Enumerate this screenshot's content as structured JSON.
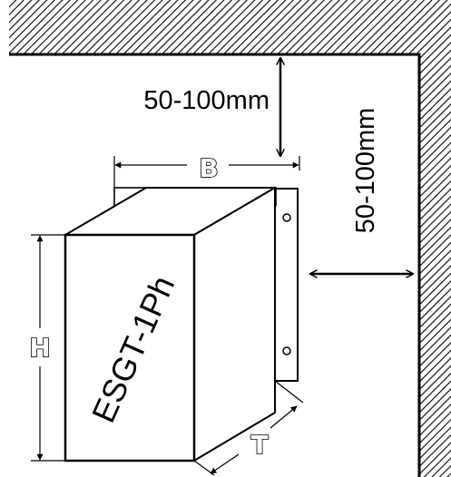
{
  "device_label": "ESGT-1Ph",
  "clearance_top": "50-100mm",
  "clearance_side": "50-100mm",
  "dimension_width": "B",
  "dimension_height": "H",
  "dimension_depth": "T"
}
